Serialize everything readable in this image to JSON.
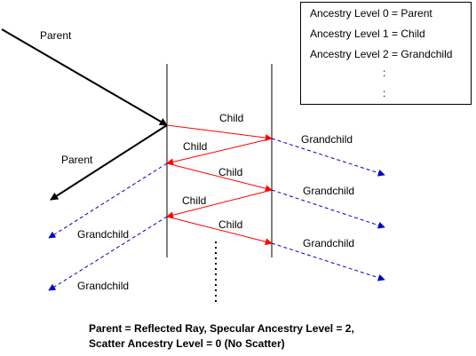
{
  "legend": {
    "lines": [
      "Ancestry Level 0 = Parent",
      "Ancestry Level 1 = Child",
      "Ancestry Level 2 = Grandchild",
      ":",
      ":"
    ]
  },
  "labels": {
    "parent_incident": "Parent",
    "parent_reflected": "Parent",
    "child_1": "Child",
    "child_2": "Child",
    "child_3": "Child",
    "child_4": "Child",
    "child_5": "Child",
    "grandchild_right_1": "Grandchild",
    "grandchild_right_2": "Grandchild",
    "grandchild_right_3": "Grandchild",
    "grandchild_left_1": "Grandchild",
    "grandchild_left_2": "Grandchild"
  },
  "caption": {
    "line1": "Parent = Reflected Ray, Specular Ancestry Level = 2,",
    "line2": "Scatter Ancestry Level = 0 (No Scatter)"
  },
  "colors": {
    "parent": "#000000",
    "child": "#ff0000",
    "grandchild": "#0000cc"
  }
}
